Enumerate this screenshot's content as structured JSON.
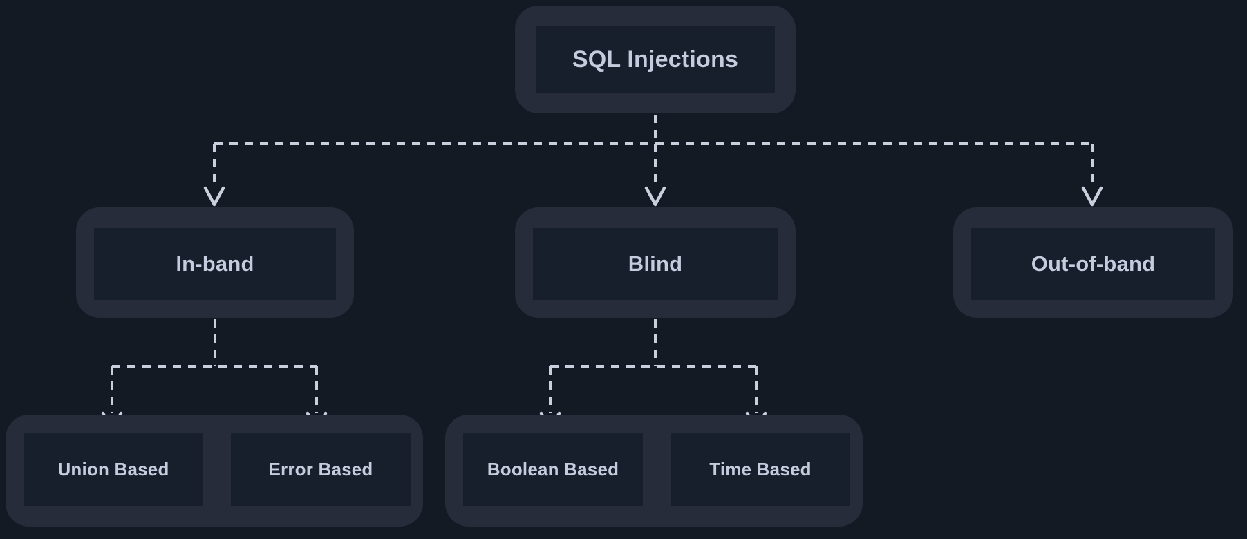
{
  "diagram": {
    "title": "SQL Injections",
    "type": "tree",
    "background_color": "#141a24",
    "node_fill_color": "#171e2c",
    "node_wrapper_color": "#262c39",
    "text_color": "#c4cdde",
    "edge_color": "#c8cfdd",
    "edge_style": "dashed-orthogonal-with-arrowheads",
    "root": {
      "label": "SQL Injections"
    },
    "level2": [
      {
        "label": "In-band"
      },
      {
        "label": "Blind"
      },
      {
        "label": "Out-of-band"
      }
    ],
    "level3": {
      "in_band_children": [
        {
          "label": "Union Based"
        },
        {
          "label": "Error Based"
        }
      ],
      "blind_children": [
        {
          "label": "Boolean Based"
        },
        {
          "label": "Time Based"
        }
      ],
      "out_of_band_children": []
    }
  }
}
